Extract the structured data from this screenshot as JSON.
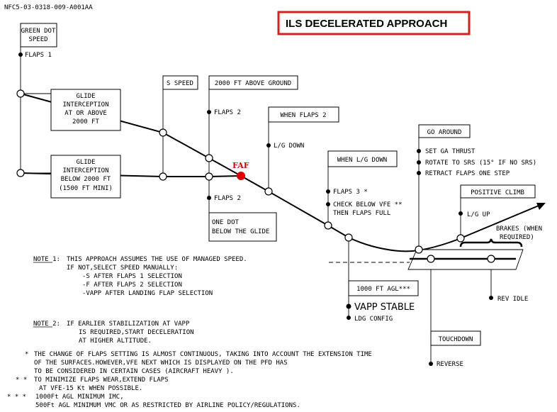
{
  "doc_code": "NFC5-03-0318-009-A001AA",
  "title": "ILS DECELERATED APPROACH",
  "faf": "FAF",
  "green_dot": [
    "GREEN DOT",
    "SPEED"
  ],
  "flaps1": "FLAPS 1",
  "glide_above": [
    "GLIDE",
    "INTERCEPTION",
    "AT OR ABOVE",
    "2000 FT"
  ],
  "glide_below": [
    "GLIDE",
    "INTERCEPTION",
    "BELOW 2000 FT",
    "(1500 FT MINI)"
  ],
  "s_speed": "S SPEED",
  "above_ground": "2000 FT ABOVE GROUND",
  "flaps2_upper": "FLAPS 2",
  "flaps2_lower": "FLAPS 2",
  "one_dot": [
    "ONE DOT",
    "BELOW THE GLIDE"
  ],
  "when_flaps2": "WHEN FLAPS 2",
  "lg_down": "L/G DOWN",
  "when_lg_down": "WHEN L/G DOWN",
  "flaps3": "FLAPS 3 *",
  "check_vfe": [
    "CHECK BELOW VFE **",
    "THEN FLAPS FULL"
  ],
  "go_around": "GO AROUND",
  "ga_steps": [
    "SET GA THRUST",
    "ROTATE TO SRS (15° IF NO SRS)",
    "RETRACT FLAPS ONE STEP"
  ],
  "positive_climb": "POSITIVE CLIMB",
  "lg_up": "L/G UP",
  "brakes": [
    "BRAKES (WHEN",
    "REQUIRED)"
  ],
  "agl_1000": "1000 FT AGL***",
  "vapp_stable": "VAPP STABLE",
  "ldg_config": "LDG CONFIG",
  "rev_idle": "REV IDLE",
  "touchdown": "TOUCHDOWN",
  "reverse": "REVERSE",
  "note1_label": "NOTE 1:",
  "note1_lines": [
    "THIS APPROACH ASSUMES THE USE OF MANAGED SPEED.",
    "IF NOT,SELECT SPEED MANUALLY:",
    "-S AFTER FLAPS 1 SELECTION",
    "-F AFTER FLAPS 2 SELECTION",
    "-VAPP AFTER LANDING FLAP SELECTION"
  ],
  "note2_label": "NOTE 2:",
  "note2_lines": [
    "IF EARLIER STABILIZATION AT VAPP",
    "IS REQUIRED,START DECELERATION",
    "AT HIGHER ALTITUDE."
  ],
  "star1_mark": "*",
  "star1_lines": [
    "THE CHANGE OF FLAPS SETTING IS ALMOST CONTINUOUS, TAKING INTO ACCOUNT THE EXTENSION TIME",
    "OF THE SURFACES.HOWEVER,VFE NEXT WHICH IS DISPLAYED ON THE PFD HAS",
    "TO BE CONSIDERED IN CERTAIN CASES (AIRCRAFT HEAVY )."
  ],
  "star2_mark": "* *",
  "star2_lines": [
    "TO MINIMIZE FLAPS WEAR,EXTEND FLAPS",
    "AT VFE-15 Kt WHEN POSSIBLE."
  ],
  "star3_mark": "* * *",
  "star3_lines": [
    "1000Ft AGL MINIMUM IMC,",
    "500Ft AGL MINIMUM VMC OR AS RESTRICTED BY AIRLINE POLICY/REGULATIONS."
  ],
  "colors": {
    "title_border": "#d42020",
    "faf": "#e00000"
  }
}
